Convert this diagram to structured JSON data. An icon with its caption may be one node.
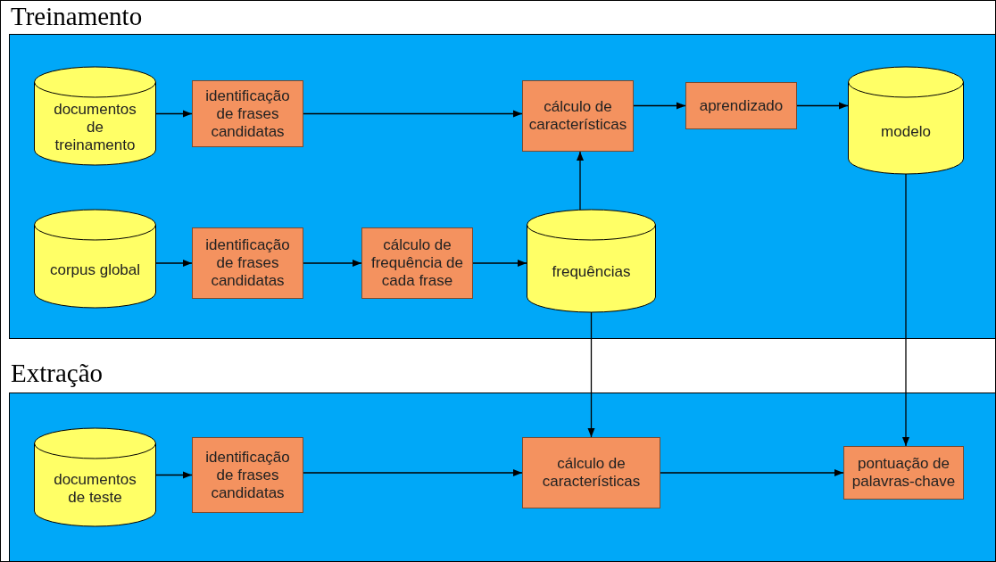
{
  "diagram": {
    "nodes": [
      {
        "text": [
          "Treinamento"
        ]
      },
      {
        "text": [
          "documentos de treinamento"
        ],
        "in": 0
      },
      {
        "text": [
          "identificação de frases candidatas"
        ],
        "in": 0
      },
      {
        "text": [
          "cálculo de características"
        ],
        "in": 0
      },
      {
        "text": [
          "aprendizado"
        ],
        "in": 0
      },
      {
        "text": [
          "modelo"
        ],
        "in": 0
      },
      {
        "text": [
          "corpus global"
        ],
        "in": 0
      },
      {
        "text": [
          "identificação de frases candidatas"
        ],
        "in": 0
      },
      {
        "text": [
          "cálculo de frequência de cada frase"
        ],
        "in": 0
      },
      {
        "text": [
          "frequências"
        ],
        "in": 0
      },
      {
        "text": [
          "Extração"
        ]
      },
      {
        "text": [
          "documentos de teste"
        ],
        "in": 10
      },
      {
        "text": [
          "identificação de frases candidatas"
        ],
        "in": 10
      },
      {
        "text": [
          "cálculo de características"
        ],
        "in": 10
      },
      {
        "text": [
          "pontuação de palavras-chave"
        ],
        "in": 10
      }
    ],
    "edges": [
      {
        "from": 1,
        "to": 2,
        "arrow": "to"
      },
      {
        "from": 2,
        "to": 3,
        "arrow": "to"
      },
      {
        "from": 3,
        "to": 4,
        "arrow": "to"
      },
      {
        "from": 4,
        "to": 5,
        "arrow": "to"
      },
      {
        "from": 9,
        "to": 3,
        "arrow": "to"
      },
      {
        "from": 6,
        "to": 7,
        "arrow": "to"
      },
      {
        "from": 7,
        "to": 8,
        "arrow": "to"
      },
      {
        "from": 8,
        "to": 9,
        "arrow": "to"
      },
      {
        "from": 9,
        "to": 13,
        "arrow": "to"
      },
      {
        "from": 5,
        "to": 14,
        "arrow": "to"
      },
      {
        "from": 11,
        "to": 12,
        "arrow": "to"
      },
      {
        "from": 12,
        "to": 13,
        "arrow": "to"
      },
      {
        "from": 13,
        "to": 14,
        "arrow": "to"
      }
    ]
  }
}
